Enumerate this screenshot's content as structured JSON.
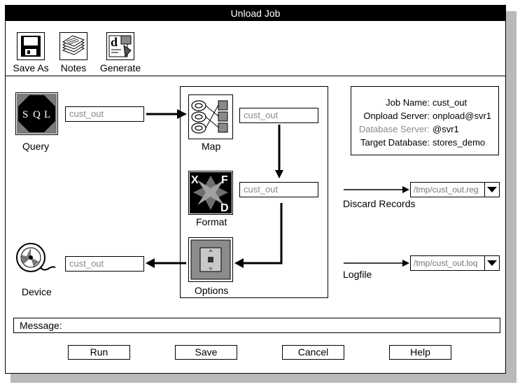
{
  "window": {
    "title": "Unload Job"
  },
  "toolbar": {
    "save_as": {
      "label": "Save As",
      "icon": "floppy-disk-icon"
    },
    "notes": {
      "label": "Notes",
      "icon": "notes-stack-icon"
    },
    "generate": {
      "label": "Generate",
      "icon": "generate-document-icon"
    }
  },
  "query": {
    "label": "Query",
    "icon": "sql-octagon-icon",
    "icon_text": [
      "S",
      "Q",
      "L"
    ],
    "output_value": "cust_out"
  },
  "map": {
    "label": "Map",
    "icon": "map-icon",
    "output_value": "cust_out"
  },
  "format": {
    "label": "Format",
    "icon": "format-icon",
    "icon_letters": [
      "X",
      "F",
      "D"
    ],
    "output_value": "cust_out"
  },
  "options": {
    "label": "Options",
    "icon": "options-switch-icon"
  },
  "device": {
    "label": "Device",
    "icon": "tape-reel-icon",
    "input_value": "cust_out"
  },
  "job_info": {
    "job_name_label": "Job Name:",
    "job_name": "cust_out",
    "onpload_server_label": "Onpload Server:",
    "onpload_server": "onpload@svr1",
    "database_server_label": "Database Server:",
    "database_server": "@svr1",
    "target_database_label": "Target Database:",
    "target_database": "stores_demo"
  },
  "discard": {
    "label": "Discard Records",
    "value": "/tmp/cust_out.reg"
  },
  "logfile": {
    "label": "Logfile",
    "value": "/tmp/cust_out.loq"
  },
  "message": {
    "label": "Message:"
  },
  "buttons": {
    "run": "Run",
    "save": "Save",
    "cancel": "Cancel",
    "help": "Help"
  },
  "colors": {
    "title_bar": "#000000",
    "shadow": "#b9b9b9",
    "dim_text": "#8a8a8a",
    "icon_gray": "#6e6e6e"
  }
}
